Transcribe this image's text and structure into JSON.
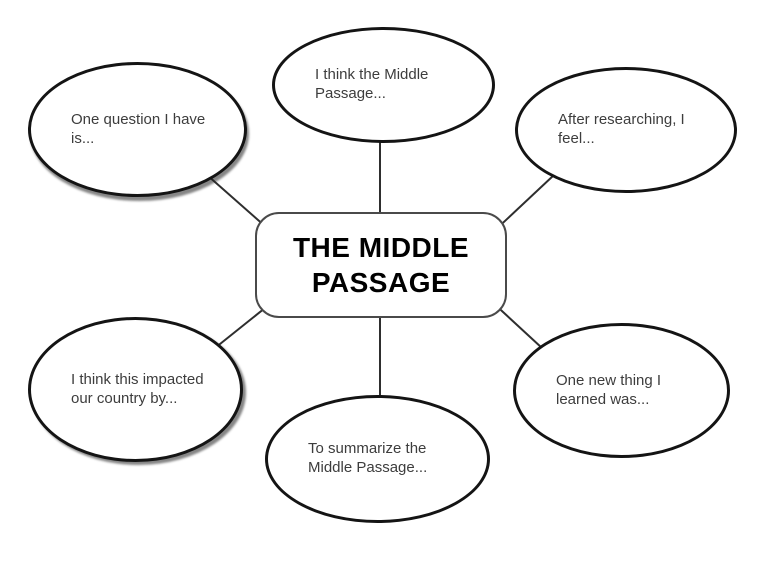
{
  "diagram": {
    "center": {
      "title": "THE MIDDLE PASSAGE"
    },
    "nodes": [
      {
        "id": "top-left",
        "label": "One question I have is..."
      },
      {
        "id": "top-center",
        "label": "I think the Middle Passage..."
      },
      {
        "id": "top-right",
        "label": "After researching, I feel..."
      },
      {
        "id": "bottom-left",
        "label": "I think this impacted our country by..."
      },
      {
        "id": "bottom-center",
        "label": "To summarize the Middle Passage..."
      },
      {
        "id": "bottom-right",
        "label": "One new thing I learned was..."
      }
    ],
    "colors": {
      "ellipse_stroke": "#141414",
      "center_stroke": "#4a4a4a",
      "connector_stroke": "#2e2e2e",
      "node_text": "#3d3d3d",
      "title_text": "#000000",
      "background": "#ffffff"
    }
  }
}
